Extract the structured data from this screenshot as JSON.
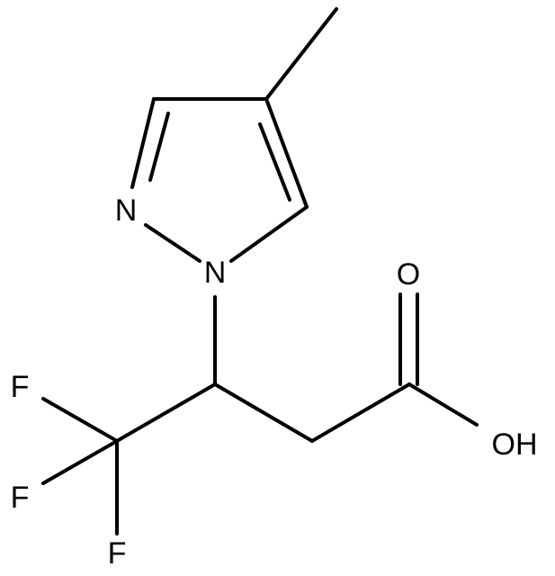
{
  "diagram": {
    "type": "chemical-structure",
    "atoms": {
      "n2": "N",
      "n1": "N",
      "o_carbonyl": "O",
      "oh": "OH",
      "f1": "F",
      "f2": "F",
      "f3": "F"
    },
    "colors": {
      "bond": "#000000",
      "label": "#000000",
      "background": "#ffffff"
    }
  }
}
